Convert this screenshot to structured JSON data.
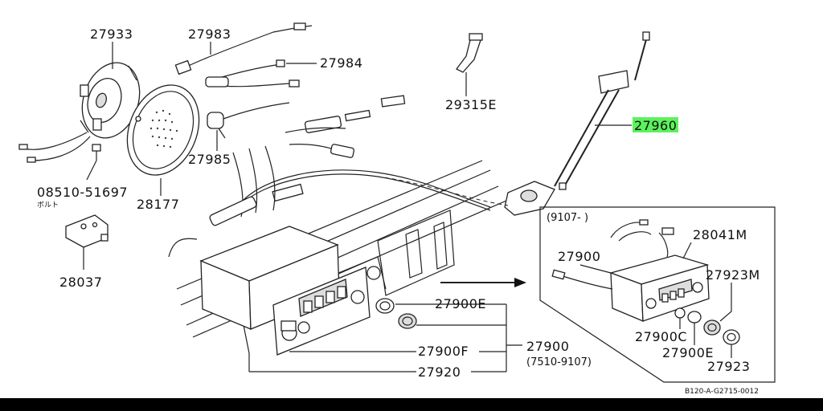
{
  "labels": {
    "p27933": "27933",
    "p27983": "27983",
    "p27984": "27984",
    "p27985": "27985",
    "p08510": "08510-51697",
    "p08510_sub": "ボルト",
    "p28177": "28177",
    "p28037": "28037",
    "p29315e": "29315E",
    "p27960": "27960",
    "p27900e": "27900E",
    "p27900f": "27900F",
    "p27920": "27920",
    "p27900": "27900",
    "p27900_range": "(7510-9107)",
    "inset_range": "(9107-   )",
    "inset_27900": "27900",
    "inset_28041m": "28041M",
    "inset_27923m": "27923M",
    "inset_27900c": "27900C",
    "inset_27900e": "27900E",
    "inset_27923": "27923",
    "diagram_code": "B120-A-G2715-0012"
  },
  "colors": {
    "highlight": "#5cf25c",
    "bottom_bar": "#000000"
  }
}
